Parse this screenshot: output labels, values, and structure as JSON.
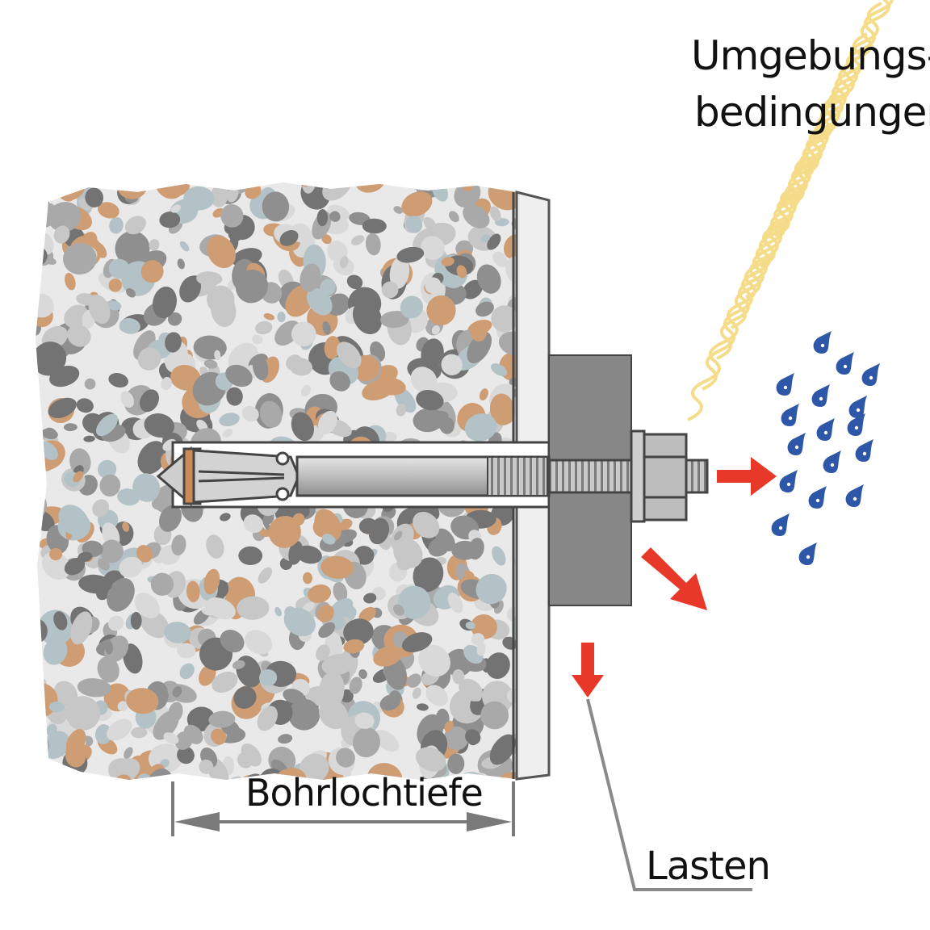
{
  "labels": {
    "environment_line1": "Umgebungs-",
    "environment_line2": "bedingungen",
    "drill_depth": "Bohrlochtiefe",
    "loads": "Lasten"
  },
  "icons": {
    "concrete": "aggregate-concrete-block",
    "anchor": "wedge-anchor-bolt",
    "heat": "heat-waves-icon",
    "moisture": "water-drop-icon",
    "load_arrow": "red-arrow-icon"
  },
  "colors": {
    "load_arrow": "#e8382a",
    "water_drop": "#2f57a8",
    "heat_wave": "#f5dc8a",
    "concrete_pebbles": [
      "#a9a9a9",
      "#8f8f8f",
      "#c7c7c7",
      "#b3c2c6",
      "#cf9d74",
      "#737373",
      "#d9d9d9"
    ],
    "plate": "#8a8a8a",
    "steel": "#c4c4c4",
    "expansion_sleeve": "#cc8a55"
  }
}
